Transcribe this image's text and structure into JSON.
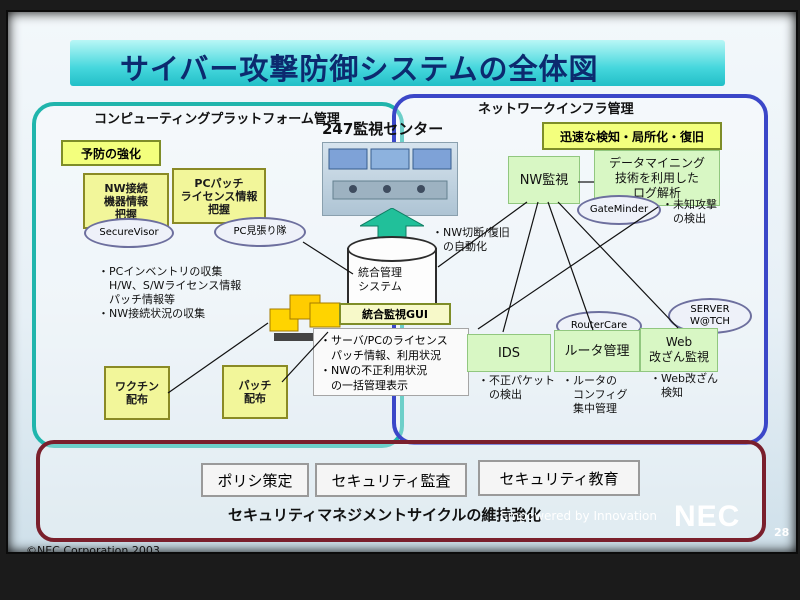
{
  "slide": {
    "title": "サイバー攻撃防御システムの全体図",
    "left_panel_title": "コンピューティングプラットフォーム管理",
    "right_panel_title": "ネットワークインフラ管理",
    "center_title": "247監視センター",
    "prevention": "予防の強化",
    "detection": "迅速な検知・局所化・復旧",
    "nw_info": "NW接続\n機器情報\n把握",
    "pc_patch": "PCパッチ\nライセンス情報\n把握",
    "securevisor": "SecureVisor",
    "pc_mitori": "PC見張り隊",
    "left_list": "・PCインベントリの収集\n　H/W、S/Wライセンス情報\n　パッチ情報等\n・NW接続状況の収集",
    "integrated_system": "統合管理\nシステム",
    "integrated_gui": "統合監視GUI",
    "gui_info": "・サーバ/PCのライセンス\n　パッチ情報、利用状況\n・NWの不正利用状況\n　の一括管理表示",
    "vaccine": "ワクチン\n配布",
    "patch": "パッチ\n配布",
    "nw_auto": "・NW切断/復旧\n　の自動化",
    "nw_monitor": "NW監視",
    "data_mining": "データマイニング\n技術を利用した\nログ解析",
    "gateminder": "GateMinder",
    "unknown_attack": "・未知攻撃\n　の検出",
    "routercare": "RouterCare",
    "server_watch": "SERVER\nW@TCH",
    "ids": "IDS",
    "router_mgmt": "ルータ管理",
    "web_monitor": "Web\n改ざん監視",
    "illegal_packet": "・不正パケット\n　の検出",
    "router_config": "・ルータの\n　コンフィグ\n　集中管理",
    "web_detect": "・Web改ざん\n　検知",
    "policy_items": [
      "ポリシ策定",
      "セキュリティ監査",
      "セキュリティ教育"
    ],
    "bottom_caption": "セキュリティマネジメントサイクルの維持強化",
    "brand": "NEC",
    "tagline": "Empowered by Innovation",
    "copyright": "©NEC Corporation 2003",
    "page_number": "28"
  }
}
